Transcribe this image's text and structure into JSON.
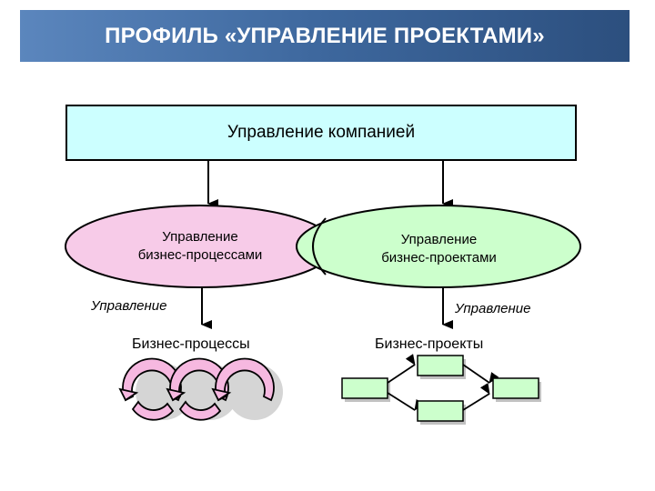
{
  "header": {
    "title": "ПРОФИЛЬ «УПРАВЛЕНИЕ ПРОЕКТАМИ»"
  },
  "diagram": {
    "top_box": "Управление компанией",
    "left_ellipse": {
      "line1": "Управление",
      "line2": "бизнес-процессами"
    },
    "right_ellipse": {
      "line1": "Управление",
      "line2": "бизнес-проектами"
    },
    "left_arrow_label": "Управление",
    "right_arrow_label": "Управление",
    "left_target": "Бизнес-процессы",
    "right_target": "Бизнес-проекты"
  },
  "colors": {
    "header_start": "#5b86bd",
    "header_end": "#2c4f7e",
    "top_box_fill": "#ccffff",
    "left_ellipse_fill": "#f7cbe8",
    "right_ellipse_fill": "#ccffcc",
    "cycle_fill": "#f6b8e0",
    "project_box_fill": "#ccffcc"
  },
  "icons": {
    "cycle_icon": "cycle-arrows-icon",
    "network_icon": "project-network-icon"
  }
}
